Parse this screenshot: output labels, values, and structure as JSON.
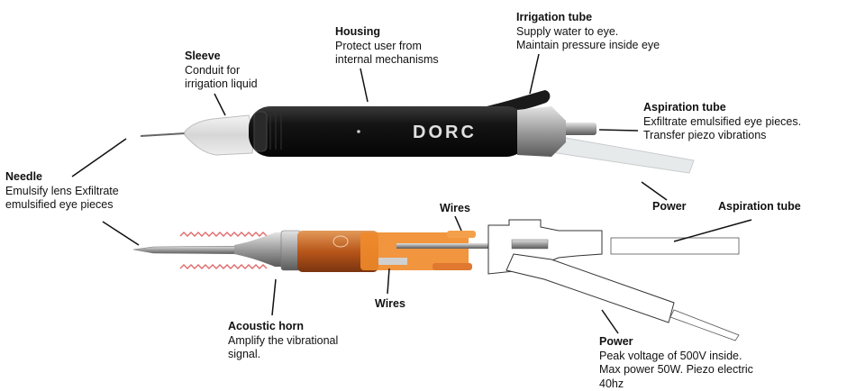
{
  "labels": {
    "sleeve": {
      "title": "Sleeve",
      "lines": [
        "Conduit for",
        "irrigation liquid"
      ]
    },
    "housing": {
      "title": "Housing",
      "lines": [
        "Protect user from",
        "internal mechanisms"
      ]
    },
    "irrigation_tube": {
      "title": "Irrigation tube",
      "lines": [
        "Supply water to eye.",
        "Maintain pressure inside eye"
      ]
    },
    "aspiration_tube_top": {
      "title": "Aspiration tube",
      "lines": [
        "Exfiltrate emulsified eye pieces.",
        "Transfer piezo vibrations"
      ]
    },
    "needle": {
      "title": "Needle",
      "lines": [
        "Emulsify lens Exfiltrate",
        "emulsified eye pieces"
      ]
    },
    "power_top": "Power",
    "aspiration_tube_bottom": "Aspiration tube",
    "wires_top": "Wires",
    "wires_bottom": "Wires",
    "acoustic_horn": {
      "title": "Acoustic horn",
      "lines": [
        "Amplify the vibrational",
        "signal."
      ]
    },
    "power_bottom": {
      "title": "Power",
      "lines": [
        "Peak voltage of 500V inside.",
        "Max power 50W. Piezo electric",
        "40hz"
      ]
    }
  },
  "brand": "DORC",
  "colors": {
    "housing": "#151515",
    "metal": "#9a9a9a",
    "copper": "#c8641e",
    "orange": "#f08a2a",
    "spring": "#e06a6a",
    "tube": "#e9ecec"
  }
}
